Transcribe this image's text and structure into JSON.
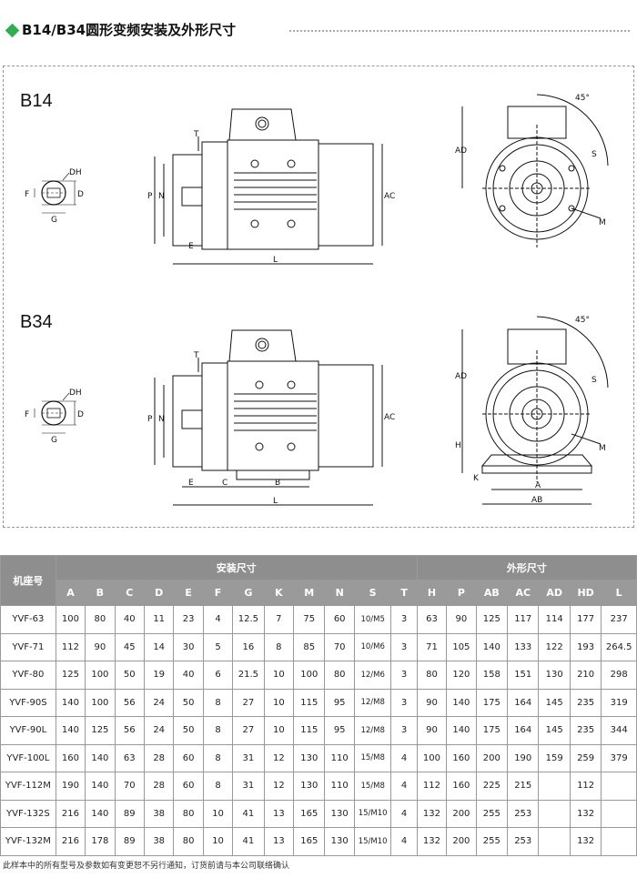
{
  "page_title": "B14/B34圆形变频安装及外形尺寸",
  "models": {
    "b14": "B14",
    "b34": "B34"
  },
  "dim_labels": {
    "DH": "DH",
    "F": "F",
    "D": "D",
    "G": "G",
    "T": "T",
    "P": "P",
    "N": "N",
    "E": "E",
    "L": "L",
    "AC": "AC",
    "AD": "AD",
    "S": "S",
    "M": "M",
    "angle": "45°",
    "C": "C",
    "B": "B",
    "H": "H",
    "K": "K",
    "A": "A",
    "AB": "AB"
  },
  "table": {
    "row_header": "机座号",
    "group_install": "安装尺寸",
    "group_outline": "外形尺寸",
    "columns": [
      "A",
      "B",
      "C",
      "D",
      "E",
      "F",
      "G",
      "K",
      "M",
      "N",
      "S",
      "T",
      "H",
      "P",
      "AB",
      "AC",
      "AD",
      "HD",
      "L"
    ],
    "rows": [
      [
        "YVF-63",
        "100",
        "80",
        "40",
        "11",
        "23",
        "4",
        "12.5",
        "7",
        "75",
        "60",
        "10/M5",
        "3",
        "63",
        "90",
        "125",
        "117",
        "114",
        "177",
        "237"
      ],
      [
        "YVF-71",
        "112",
        "90",
        "45",
        "14",
        "30",
        "5",
        "16",
        "8",
        "85",
        "70",
        "10/M6",
        "3",
        "71",
        "105",
        "140",
        "133",
        "122",
        "193",
        "264.5"
      ],
      [
        "YVF-80",
        "125",
        "100",
        "50",
        "19",
        "40",
        "6",
        "21.5",
        "10",
        "100",
        "80",
        "12/M6",
        "3",
        "80",
        "120",
        "158",
        "151",
        "130",
        "210",
        "298"
      ],
      [
        "YVF-90S",
        "140",
        "100",
        "56",
        "24",
        "50",
        "8",
        "27",
        "10",
        "115",
        "95",
        "12/M8",
        "3",
        "90",
        "140",
        "175",
        "164",
        "145",
        "235",
        "319"
      ],
      [
        "YVF-90L",
        "140",
        "125",
        "56",
        "24",
        "50",
        "8",
        "27",
        "10",
        "115",
        "95",
        "12/M8",
        "3",
        "90",
        "140",
        "175",
        "164",
        "145",
        "235",
        "344"
      ],
      [
        "YVF-100L",
        "160",
        "140",
        "63",
        "28",
        "60",
        "8",
        "31",
        "12",
        "130",
        "110",
        "15/M8",
        "4",
        "100",
        "160",
        "200",
        "190",
        "159",
        "259",
        "379"
      ],
      [
        "YVF-112M",
        "190",
        "140",
        "70",
        "28",
        "60",
        "8",
        "31",
        "12",
        "130",
        "110",
        "15/M8",
        "4",
        "112",
        "160",
        "225",
        "215",
        "",
        "112",
        ""
      ],
      [
        "YVF-132S",
        "216",
        "140",
        "89",
        "38",
        "80",
        "10",
        "41",
        "13",
        "165",
        "130",
        "15/M10",
        "4",
        "132",
        "200",
        "255",
        "253",
        "",
        "132",
        ""
      ],
      [
        "YVF-132M",
        "216",
        "178",
        "89",
        "38",
        "80",
        "10",
        "41",
        "13",
        "165",
        "130",
        "15/M10",
        "4",
        "132",
        "200",
        "255",
        "253",
        "",
        "132",
        ""
      ]
    ]
  },
  "footnote": "此样本中的所有型号及参数如有变更恕不另行通知，订货前请与本公司联络确认"
}
